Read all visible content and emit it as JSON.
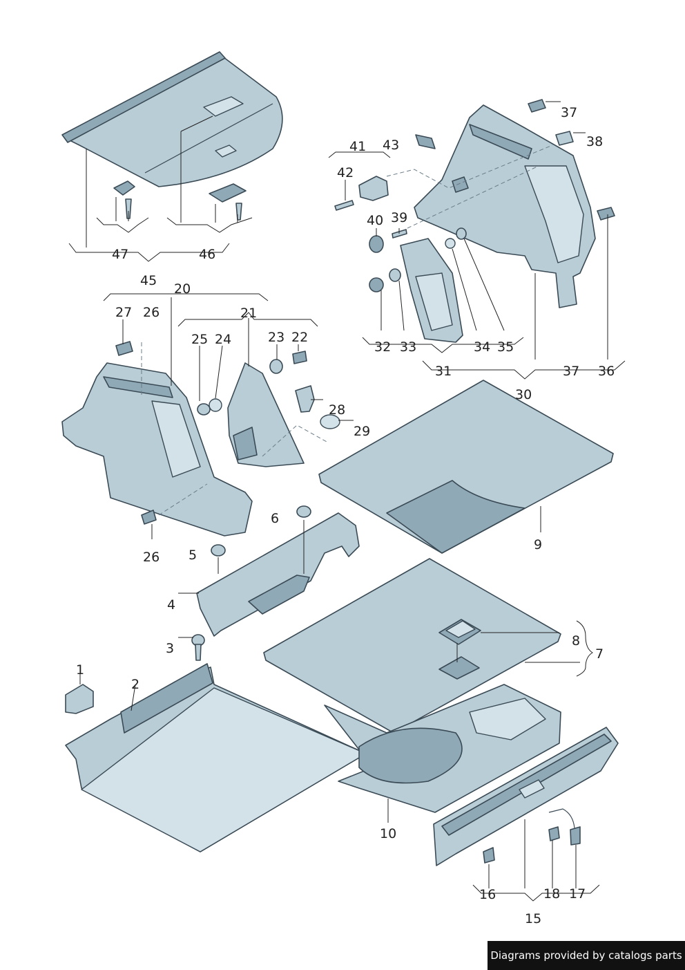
{
  "labels": {
    "n1": "1",
    "n2": "2",
    "n3": "3",
    "n4": "4",
    "n5": "5",
    "n6": "6",
    "n7": "7",
    "n8": "8",
    "n9": "9",
    "n10": "10",
    "n15": "15",
    "n16": "16",
    "n17": "17",
    "n18": "18",
    "n20": "20",
    "n21": "21",
    "n22": "22",
    "n23": "23",
    "n24": "24",
    "n25": "25",
    "n26a": "26",
    "n26b": "26",
    "n27": "27",
    "n28": "28",
    "n29": "29",
    "n30": "30",
    "n31": "31",
    "n32": "32",
    "n33": "33",
    "n34": "34",
    "n35": "35",
    "n36": "36",
    "n37a": "37",
    "n37b": "37",
    "n38": "38",
    "n39": "39",
    "n40": "40",
    "n41": "41",
    "n42": "42",
    "n43": "43",
    "n45": "45",
    "n46": "46",
    "n47": "47"
  },
  "watermark": "Diagrams provided by catalogs parts"
}
